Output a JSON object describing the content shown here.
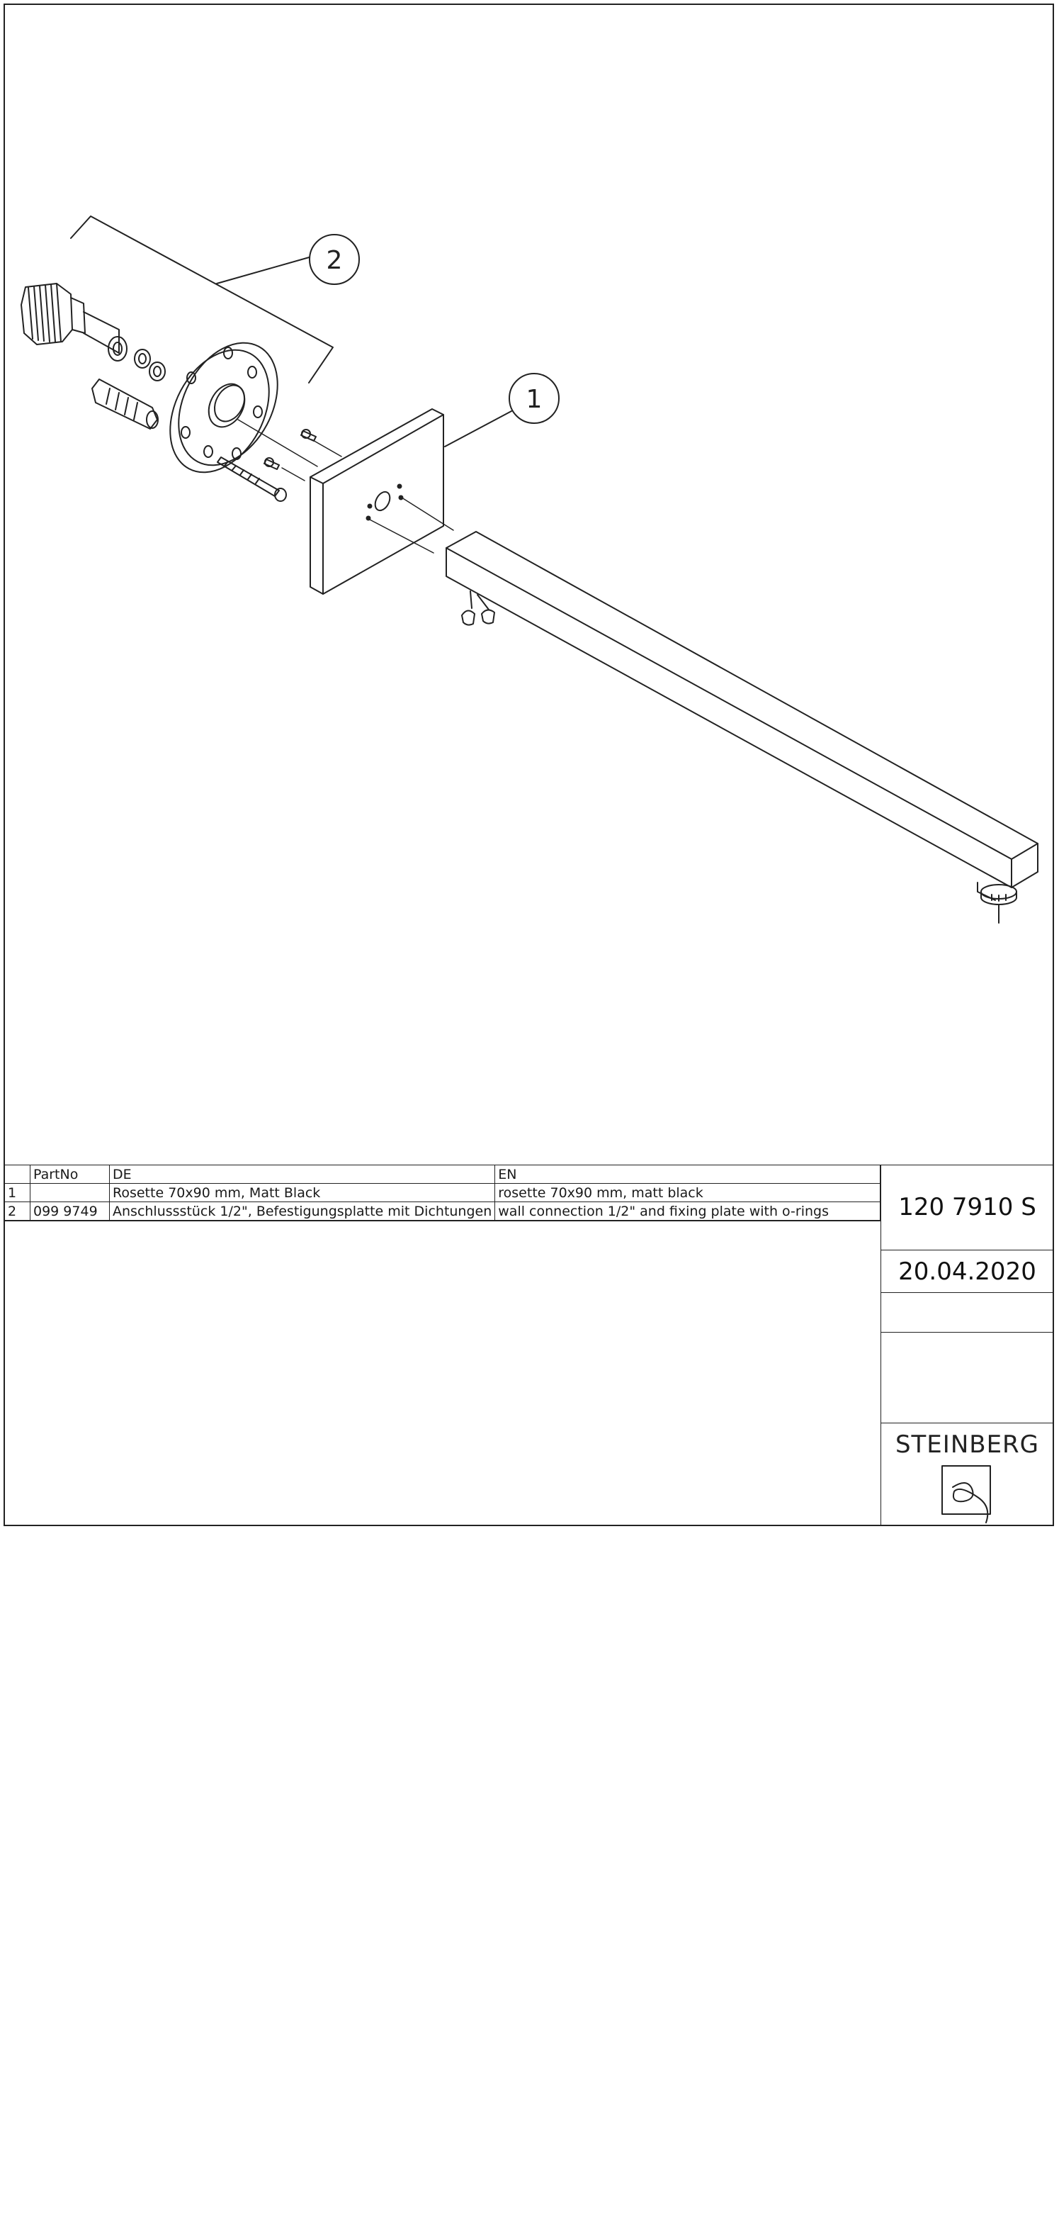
{
  "callouts": {
    "part1": "1",
    "part2": "2"
  },
  "table": {
    "headers": {
      "pos": "",
      "part_no": "PartNo",
      "de": "DE",
      "en": "EN"
    },
    "rows": [
      {
        "pos": "1",
        "part_no": "",
        "de": "Rosette 70x90 mm, Matt Black",
        "en": "rosette 70x90 mm, matt black"
      },
      {
        "pos": "2",
        "part_no": "099 9749",
        "de": "Anschlussstück 1/2\", Befestigungsplatte mit Dichtungen",
        "en": "wall connection 1/2\" and fixing plate with o-rings"
      }
    ]
  },
  "title_block": {
    "article_number": "120 7910 S",
    "date": "20.04.2020",
    "brand": "STEINBERG",
    "logo_icon": "steinberg-logo-icon"
  }
}
